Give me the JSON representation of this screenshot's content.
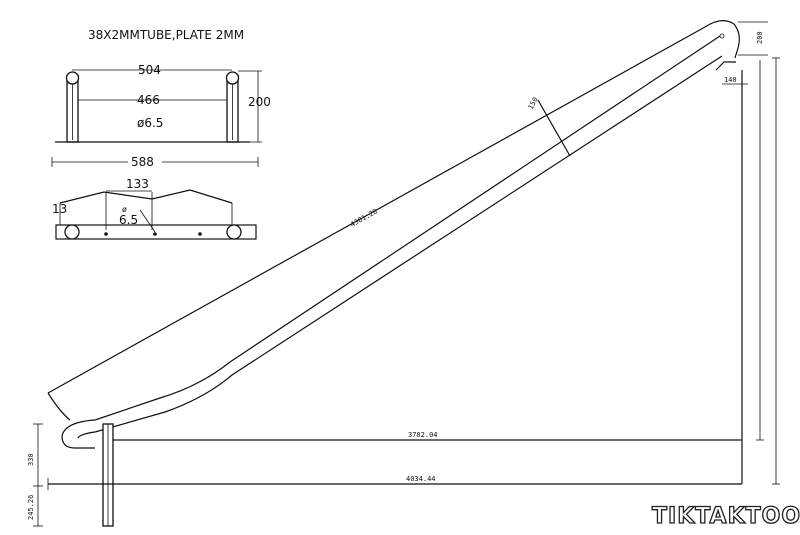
{
  "header": {
    "spec": "38X2MMTUBE,PLATE 2MM"
  },
  "top_view": {
    "outer_width": "504",
    "inner_width": "466",
    "height": "200",
    "hole": "ø6.5",
    "base_width": "588"
  },
  "side_view": {
    "spacing": "133",
    "edge": "13",
    "hole_symbol": "ø",
    "hole_value": "6.5"
  },
  "main": {
    "length_slope": "4381.28",
    "width_150": "150",
    "top_200": "200",
    "top_140": "140",
    "base_run": "3702.04",
    "total_run": "4034.44",
    "left_330": "330",
    "leg_245": "245.26"
  },
  "brand": {
    "logo": "TIKTAKTOO"
  }
}
